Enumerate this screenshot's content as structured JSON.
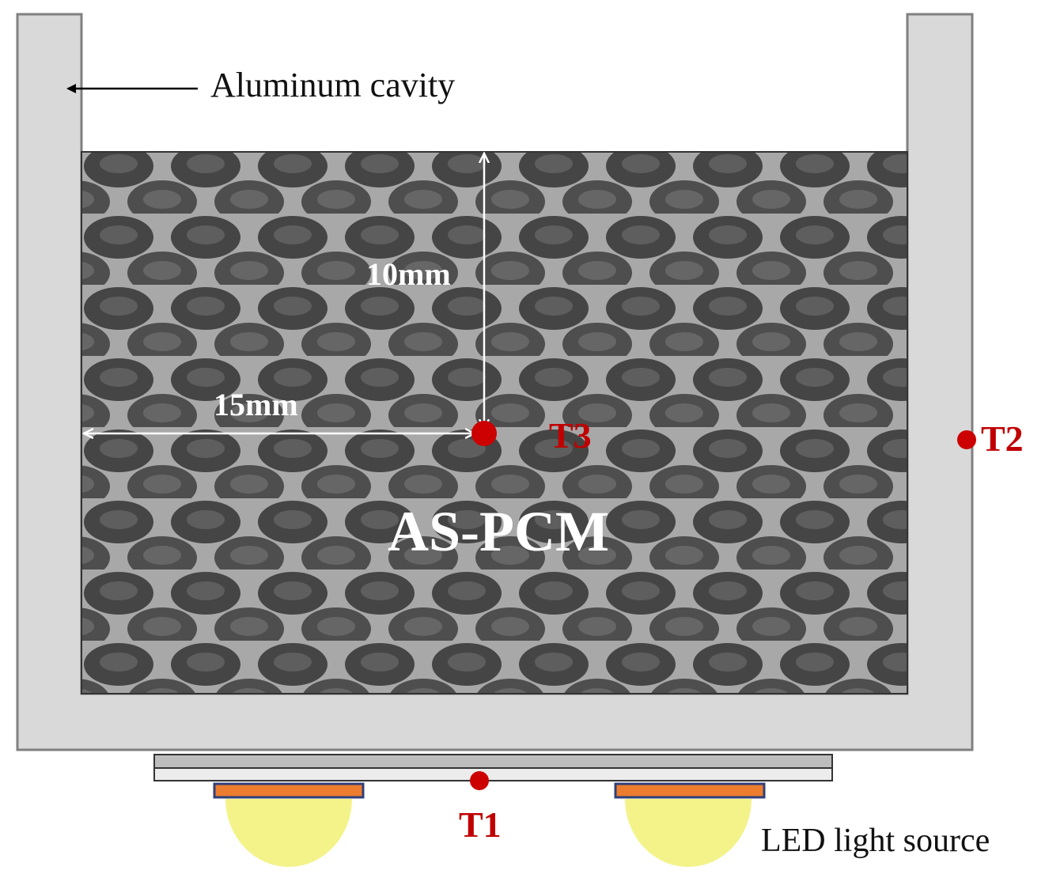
{
  "labels": {
    "cavity": "Aluminum cavity",
    "material": "AS-PCM",
    "dim_vertical": "10mm",
    "dim_horizontal": "15mm",
    "sensor_t1": "T1",
    "sensor_t2": "T2",
    "sensor_t3": "T3",
    "led": "LED light source"
  },
  "colors": {
    "aluminum": "#d9d9d9",
    "aluminum_border": "#808080",
    "sensor": "#cc0000",
    "sensor_text": "#c00000",
    "led_dome": "#f3f38a",
    "led_chip": "#ec7d2f",
    "led_chip_border": "#2f3f7a",
    "plate_top": "#bdbdbd",
    "plate_bottom": "#ececec",
    "foam_dark": "#454545",
    "foam_light": "#a8a8a8"
  }
}
